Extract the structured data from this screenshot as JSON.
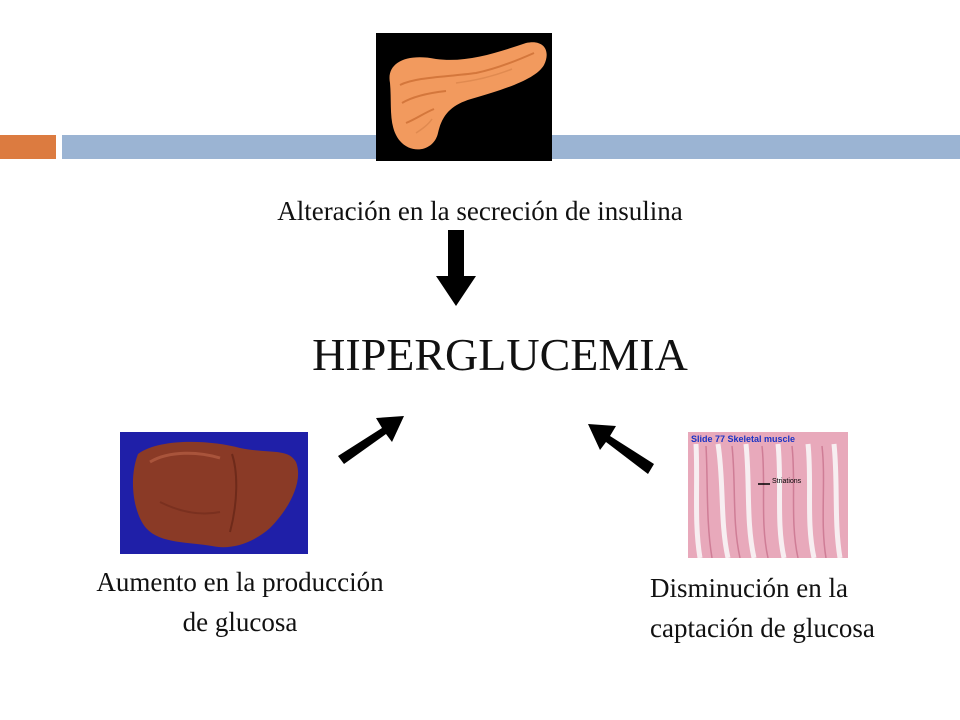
{
  "diagram": {
    "top_caption": "Alteración en la secreción de insulina",
    "center_title": "HIPERGLUCEMIA",
    "left_caption_line1": "Aumento en la producción",
    "left_caption_line2": "de glucosa",
    "right_caption_line1": "Disminución en la",
    "right_caption_line2": "captación de glucosa"
  },
  "images": {
    "muscle_slide_label": "Slide 77 Skeletal muscle",
    "muscle_striations_label": "Striations"
  },
  "colors": {
    "bar_orange": "#dc7b40",
    "bar_blue": "#9bb4d3",
    "liver_background": "#1f1fa8",
    "arrow": "#000000"
  },
  "icons": [
    "pancreas-image",
    "liver-image",
    "skeletal-muscle-image",
    "arrow-down-icon",
    "arrow-diagonal-up-right-icon",
    "arrow-diagonal-up-left-icon"
  ]
}
